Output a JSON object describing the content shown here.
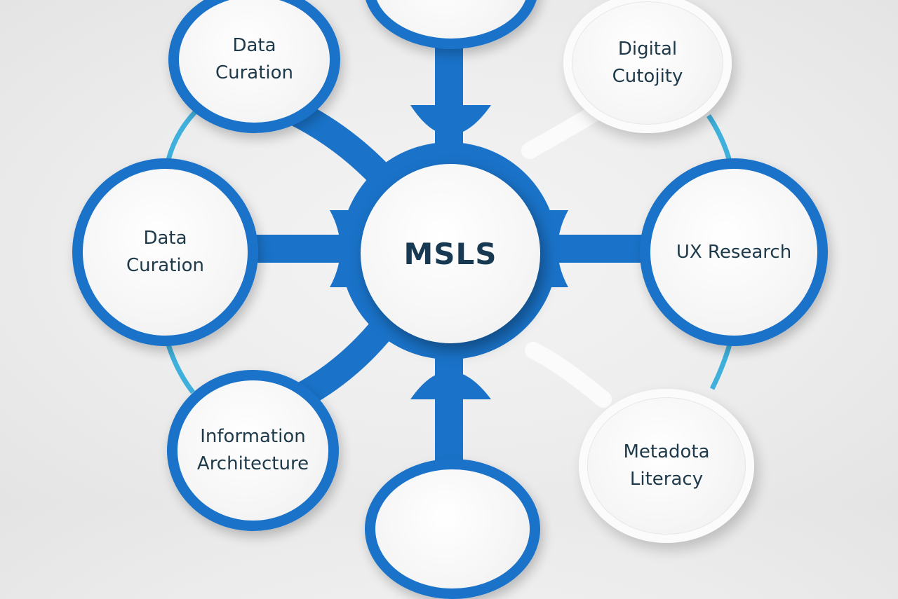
{
  "diagram": {
    "type": "hub-and-spoke",
    "center": {
      "label": "MSLS"
    },
    "nodes": [
      {
        "id": "top-left",
        "label": "Data\nCuration",
        "style": "blue"
      },
      {
        "id": "top",
        "label": "",
        "style": "blue"
      },
      {
        "id": "top-right",
        "label": "Digital\nCutojity",
        "style": "white"
      },
      {
        "id": "left",
        "label": "Data\nCuration",
        "style": "blue"
      },
      {
        "id": "right",
        "label": "UX Research",
        "style": "blue"
      },
      {
        "id": "bottom-left",
        "label": "Information\nArchitecture",
        "style": "blue"
      },
      {
        "id": "bottom",
        "label": "",
        "style": "blue"
      },
      {
        "id": "bottom-right",
        "label": "Metadota\nLiteracy",
        "style": "white"
      }
    ],
    "colors": {
      "primary_blue": "#1a73c9",
      "outer_ring_cyan": "#3fb0dc",
      "text_dark": "#1e3a4a",
      "background": "#ececec"
    }
  }
}
